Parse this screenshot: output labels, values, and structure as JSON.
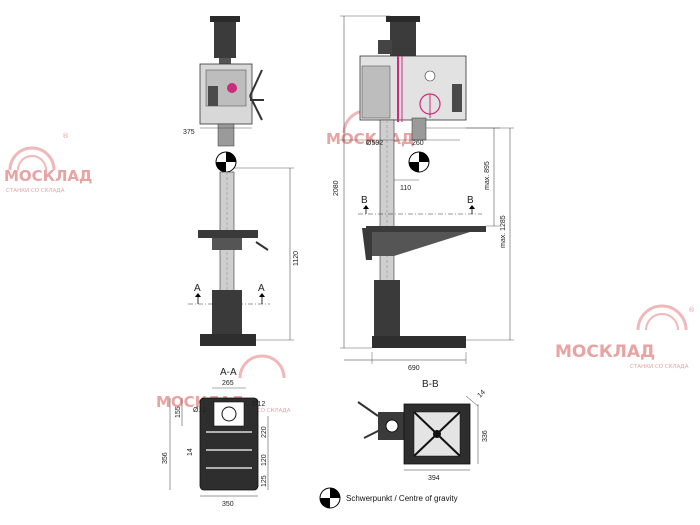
{
  "watermark": {
    "brand": "МОСКЛАД",
    "tagline": "СТАНКИ СО СКЛАДА",
    "mark": "®",
    "color": "#e8a3a3"
  },
  "front_view": {
    "dims": {
      "d375": "375",
      "d1120": "1120"
    },
    "section_marks": {
      "left": "A",
      "right": "A"
    }
  },
  "side_view": {
    "dims": {
      "d592": "Ø592",
      "d260": "260",
      "d110": "110",
      "d2080": "2080",
      "dmax895": "max. 895",
      "dmax1285": "max. 1285",
      "d690": "690"
    },
    "section_marks": {
      "left": "B",
      "right": "B"
    }
  },
  "section_aa": {
    "title": "A-A",
    "dims": {
      "d265": "265",
      "d155": "155",
      "d12a": "Ø12",
      "d12b": "Ø12",
      "d220": "220",
      "d356": "356",
      "d14": "14",
      "d120": "120",
      "d125": "125",
      "d350": "350"
    }
  },
  "section_bb": {
    "title": "B-B",
    "dims": {
      "d336": "336",
      "d394": "394",
      "d14": "14"
    }
  },
  "legend": {
    "label": "Schwerpunkt / Centre of gravity"
  }
}
